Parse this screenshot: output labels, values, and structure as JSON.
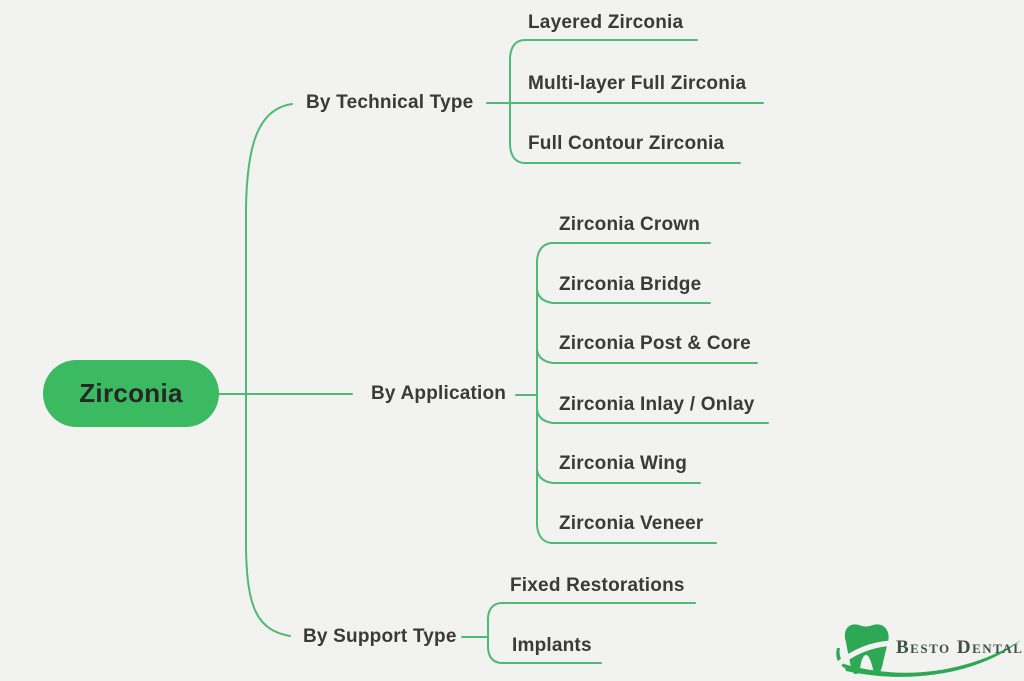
{
  "title": "Zirconia mind map",
  "colors": {
    "background": "#f2f2f0",
    "connector_green": "#4eba73",
    "root_fill": "#3cba62",
    "root_text": "#262626",
    "label_text": "#3a3a3a",
    "logo_green": "#2ea855",
    "logo_text": "#3f5049"
  },
  "root": {
    "label": "Zirconia"
  },
  "branches": [
    {
      "label": "By Technical Type",
      "children": [
        {
          "label": "Layered Zirconia"
        },
        {
          "label": "Multi-layer Full Zirconia"
        },
        {
          "label": "Full Contour Zirconia"
        }
      ]
    },
    {
      "label": "By Application",
      "children": [
        {
          "label": "Zirconia Crown"
        },
        {
          "label": "Zirconia Bridge"
        },
        {
          "label": "Zirconia Post & Core"
        },
        {
          "label": "Zirconia Inlay / Onlay"
        },
        {
          "label": "Zirconia Wing"
        },
        {
          "label": "Zirconia Veneer"
        }
      ]
    },
    {
      "label": "By Support Type",
      "children": [
        {
          "label": "Fixed Restorations"
        },
        {
          "label": "Implants"
        }
      ]
    }
  ],
  "logo": {
    "brand": "Besto Dental",
    "icon": "tooth-icon"
  }
}
